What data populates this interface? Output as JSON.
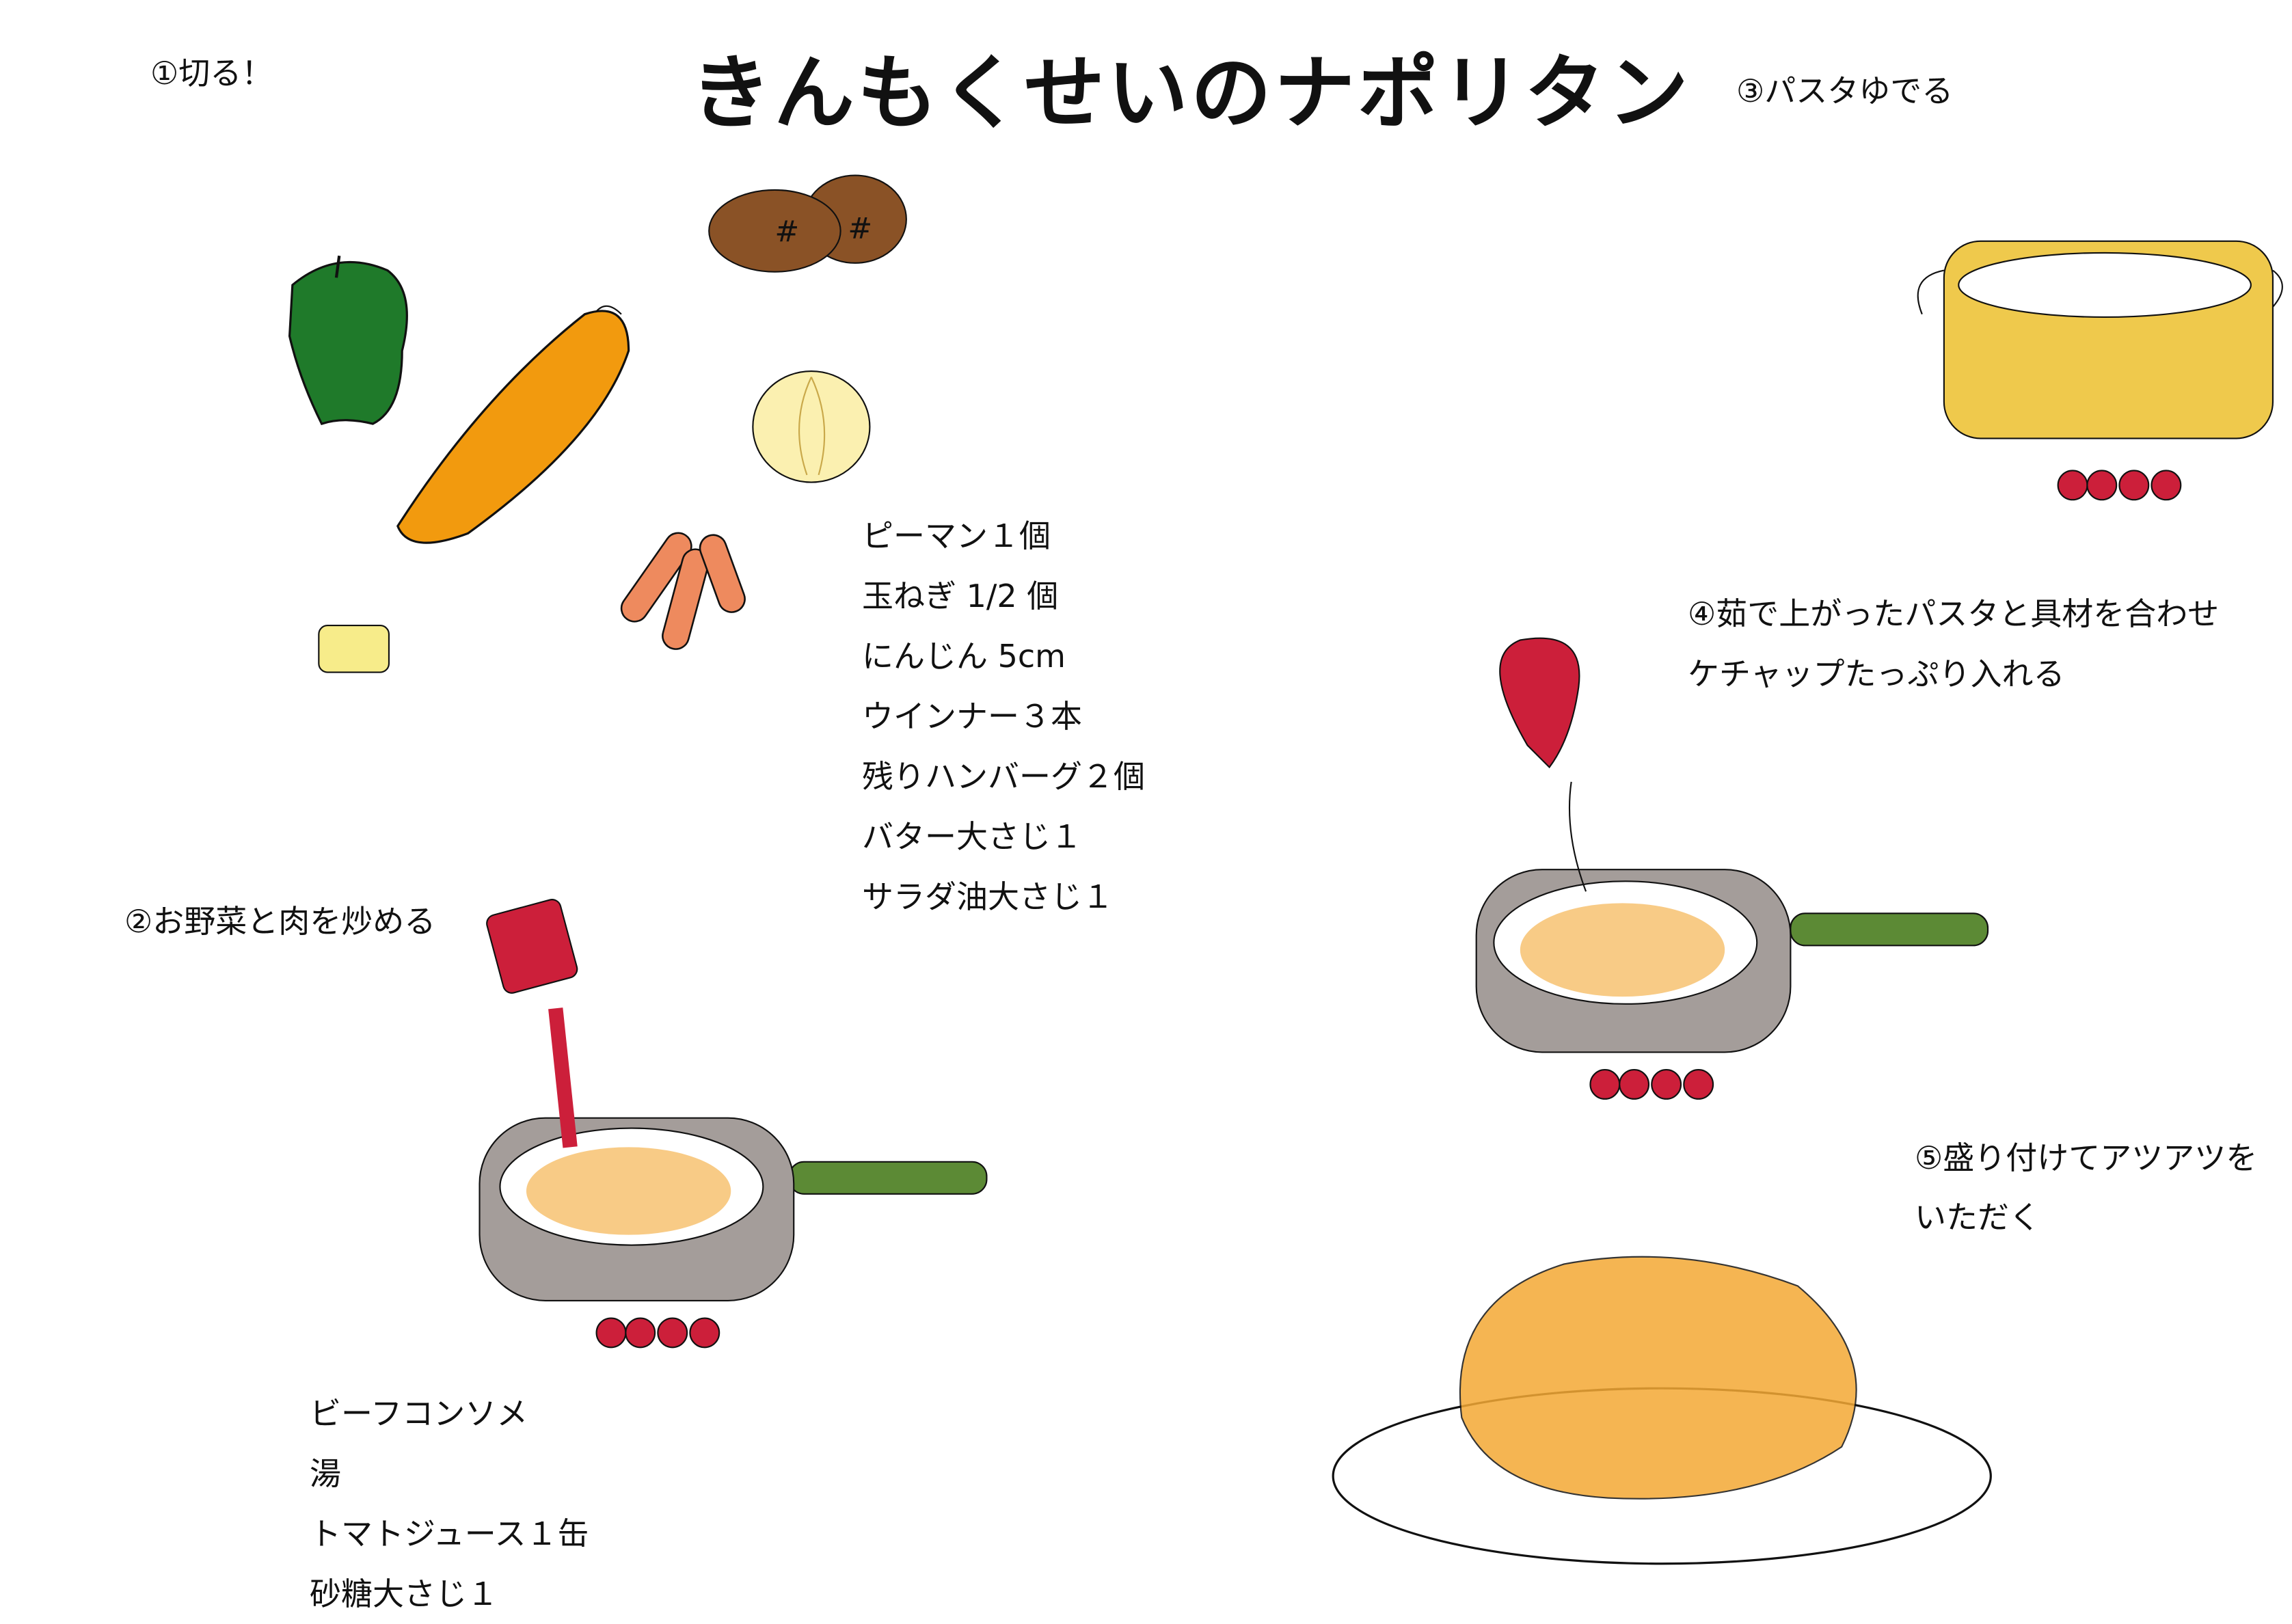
{
  "title": "きんもくせいのナポリタン",
  "steps": {
    "step1": "①切る！",
    "step2": "②お野菜と肉を炒める",
    "step3": "③パスタゆでる",
    "step4": [
      "④茹で上がったパスタと具材を合わせ",
      "ケチャップたっぷり入れる"
    ],
    "step5": [
      "⑤盛り付けてアツアツを",
      "いただく"
    ]
  },
  "ingredients": [
    "ピーマン１個",
    "玉ねぎ 1/2 個",
    "にんじん 5cm",
    "ウインナー３本",
    "残りハンバーグ２個",
    "バター大さじ１",
    "サラダ油大さじ１"
  ],
  "sauce_ingredients": [
    "ビーフコンソメ",
    "湯",
    "トマトジュース１缶",
    "砂糖大さじ１"
  ],
  "colors": {
    "pepper": "#1f7a2a",
    "carrot": "#f29a0e",
    "hamburger": "#8a5226",
    "onion": "#fbf0b0",
    "sausage": "#ee8a5e",
    "butter": "#f7ec8a",
    "pan": "#a49d9a",
    "handle": "#5c8a35",
    "pot": "#efc94c",
    "flame": "#cc1f3a",
    "ketchup": "#cc1f3a",
    "pasta": "#f4a935"
  }
}
